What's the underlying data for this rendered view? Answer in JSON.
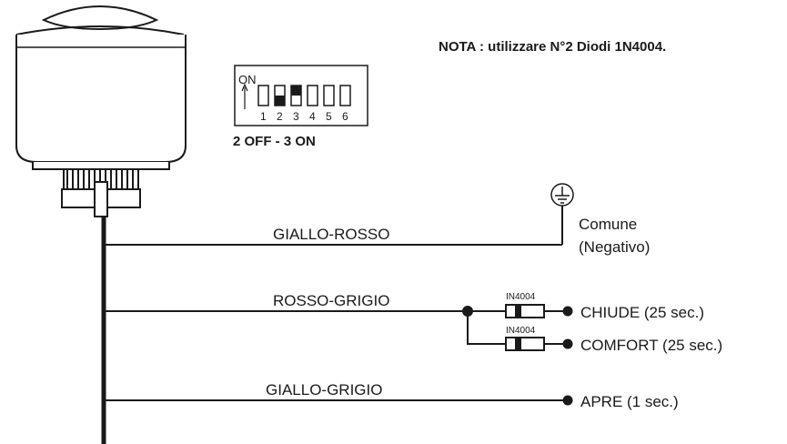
{
  "note": "NOTA : utilizzare N°2 Diodi 1N4004.",
  "dip_switch": {
    "on_label": "ON",
    "numbers": [
      "1",
      "2",
      "3",
      "4",
      "5",
      "6"
    ],
    "setting": "2 OFF - 3 ON"
  },
  "wires": {
    "giallo_rosso": "GIALLO-ROSSO",
    "rosso_grigio": "ROSSO-GRIGIO",
    "giallo_grigio": "GIALLO-GRIGIO"
  },
  "terminals": {
    "comune": "Comune",
    "negativo": "(Negativo)",
    "chiude": "CHIUDE (25 sec.)",
    "comfort": "COMFORT (25 sec.)",
    "apre": "APRE (1 sec.)"
  },
  "diodes": {
    "diode1": "IN4004",
    "diode2": "IN4004"
  },
  "colors": {
    "ink": "#1a1a1a",
    "background": "#ffffff"
  }
}
